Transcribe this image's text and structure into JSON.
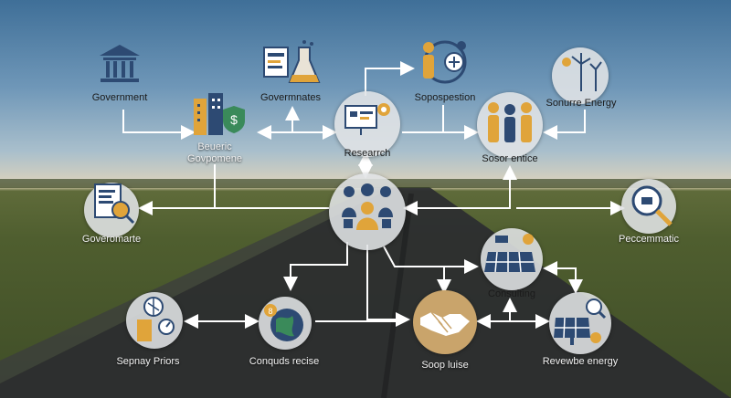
{
  "nodes": {
    "government": "Government",
    "governmates": "Govermnates",
    "sopospestion": "Sopospestion",
    "sonurre_energy": "Sonurre Energy",
    "beueric": "Beueric\nGovpomene",
    "research": "Researrch",
    "sosor_entice": "Sosor entice",
    "goveromarte": "Goveromarte",
    "peccemmatic": "Peccemmatic",
    "consulting": "Consulting",
    "sepnay_priors": "Sepnay Priors",
    "conquds_recise": "Conquds recise",
    "soop_luise": "Soop luise",
    "revewbe_energy": "Revewbe energy"
  },
  "colors": {
    "arrow": "#ffffff",
    "node_fill": "#e1e4e6",
    "handshake_fill": "#c9a46b",
    "icon_blue": "#2d4a73",
    "icon_gold": "#e0a43a"
  }
}
